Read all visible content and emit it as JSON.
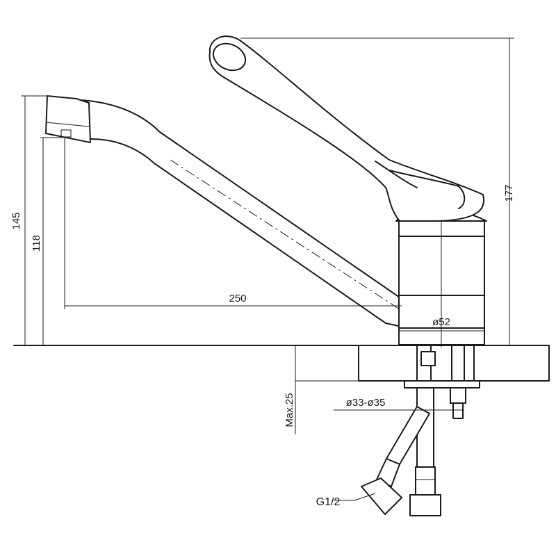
{
  "dimensions": {
    "total_height": "177",
    "spout_height": "145",
    "spout_clearance": "118",
    "spout_reach": "250",
    "body_diameter": "ø52",
    "hole_diameter": "ø33-ø35",
    "max_thickness": "Max.25",
    "connection_thread": "G1/2"
  }
}
